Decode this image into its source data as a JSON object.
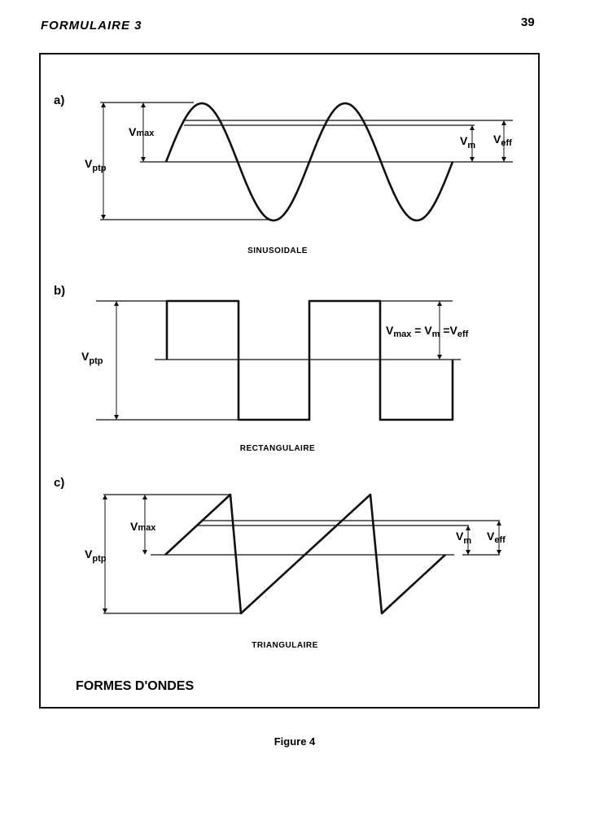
{
  "header": {
    "title": "FORMULAIRE 3",
    "page_number": "39"
  },
  "figure": {
    "title": "FORMES D'ONDES",
    "caption": "Figure 4",
    "panels": [
      {
        "label": "a)",
        "name": "SINUSOIDALE",
        "symbols": {
          "vmax": {
            "main": "V",
            "sub": "max"
          },
          "vptp": {
            "main": "V",
            "sub": "ptp"
          },
          "vm": {
            "main": "V",
            "sub": "m"
          },
          "veff": {
            "main": "V",
            "sub": "eff"
          }
        }
      },
      {
        "label": "b)",
        "name": "RECTANGULAIRE",
        "symbols": {
          "vptp": {
            "main": "V",
            "sub": "ptp"
          },
          "equality": {
            "v1": "V",
            "s1": "max",
            "eq1": " = V",
            "s2": "m",
            "eq2": " =V",
            "s3": "eff"
          }
        }
      },
      {
        "label": "c)",
        "name": "TRIANGULAIRE",
        "symbols": {
          "vmax": {
            "main": "V",
            "sub": "max"
          },
          "vptp": {
            "main": "V",
            "sub": "ptp"
          },
          "vm": {
            "main": "V",
            "sub": "m"
          },
          "veff": {
            "main": "V",
            "sub": "eff"
          }
        }
      }
    ]
  }
}
